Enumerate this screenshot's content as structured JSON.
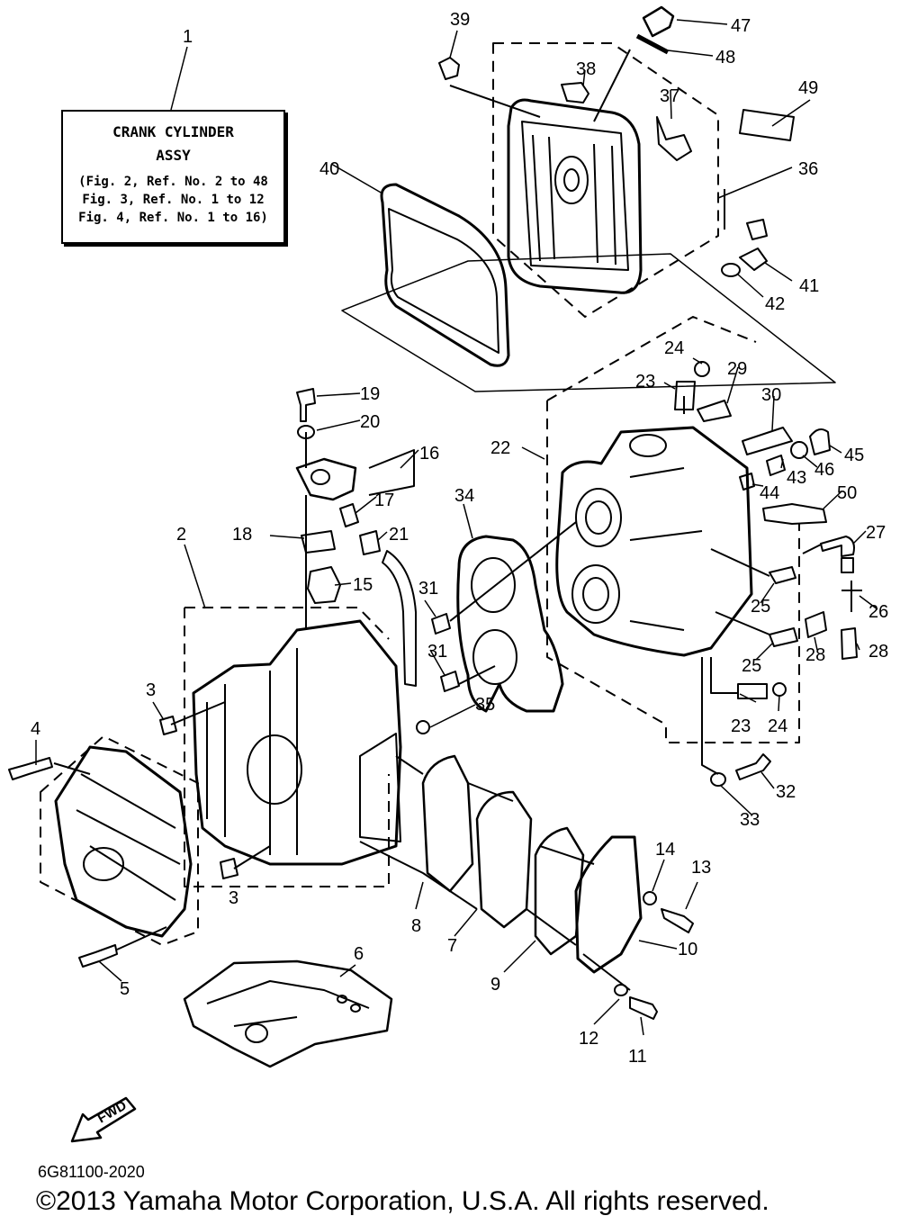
{
  "assy_box": {
    "title_line1": "CRANK CYLINDER",
    "title_line2": "ASSY",
    "refs": [
      "(Fig. 2, Ref. No. 2 to 48",
      "Fig. 3, Ref. No. 1 to 12",
      "Fig. 4, Ref. No. 1 to 16)"
    ]
  },
  "callouts": {
    "c1": "1",
    "c2": "2",
    "c3a": "3",
    "c3b": "3",
    "c4": "4",
    "c5": "5",
    "c6": "6",
    "c7": "7",
    "c8": "8",
    "c9": "9",
    "c10": "10",
    "c11": "11",
    "c12": "12",
    "c13": "13",
    "c14": "14",
    "c15": "15",
    "c16": "16",
    "c17": "17",
    "c18": "18",
    "c19": "19",
    "c20": "20",
    "c21": "21",
    "c22": "22",
    "c23a": "23",
    "c23b": "23",
    "c24a": "24",
    "c24b": "24",
    "c25a": "25",
    "c25b": "25",
    "c26": "26",
    "c27": "27",
    "c28a": "28",
    "c28b": "28",
    "c29": "29",
    "c30": "30",
    "c31a": "31",
    "c31b": "31",
    "c32": "32",
    "c33": "33",
    "c34": "34",
    "c35": "35",
    "c36": "36",
    "c37": "37",
    "c38": "38",
    "c39": "39",
    "c40": "40",
    "c41": "41",
    "c42": "42",
    "c43": "43",
    "c44": "44",
    "c45": "45",
    "c46": "46",
    "c47": "47",
    "c48": "48",
    "c49": "49",
    "c50": "50"
  },
  "fwd_label": "FWD",
  "drawing_code": "6G81100-2020",
  "copyright": "©2013 Yamaha Motor Corporation, U.S.A. All rights reserved."
}
